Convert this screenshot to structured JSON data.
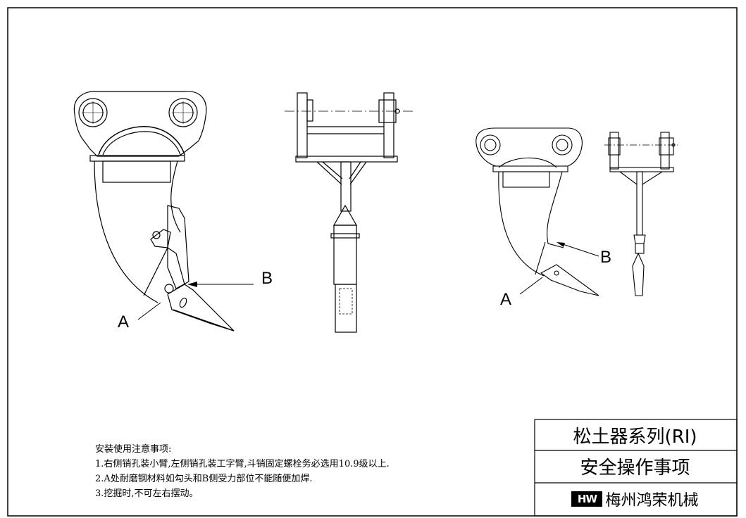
{
  "labels": {
    "large_a": "A",
    "large_b": "B",
    "small_a": "A",
    "small_b": "B"
  },
  "notes": {
    "heading": "安装使用注意事项:",
    "items": [
      "1.右侧销孔装小臂,左侧销孔装工字臂,斗销固定螺栓务必选用10.9级以上.",
      "2.A处耐磨钢材料如勾头和B侧受力部位不能随便加焊.",
      "3.挖掘时,不可左右摆动。"
    ]
  },
  "title_block": {
    "series": "松土器系列(RI)",
    "subject": "安全操作事项",
    "logo_text": "HW",
    "company": "梅州鸿荣机械"
  }
}
